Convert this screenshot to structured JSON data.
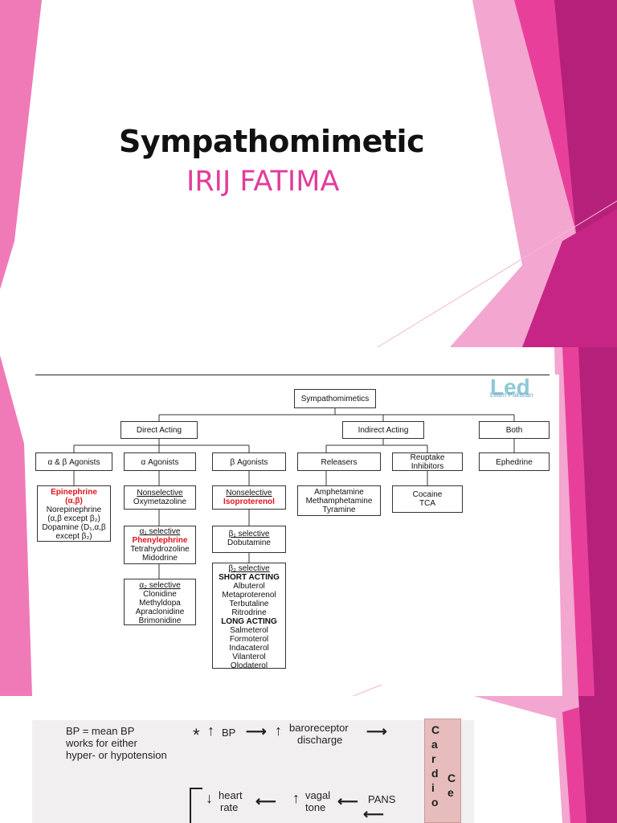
{
  "slide1": {
    "title": "Sympathomimetic",
    "subtitle": "IRIJ FATIMA",
    "colors": {
      "accent": "#e23d9a",
      "magenta_dark": "#b5217a",
      "pink_light": "#f07ab8"
    }
  },
  "slide2": {
    "logo": {
      "main": "Led",
      "sub": "Learn Pakistan"
    },
    "root": "Sympathomimetics",
    "level1": {
      "direct": "Direct Acting",
      "indirect": "Indirect Acting",
      "both": "Both"
    },
    "groups": {
      "ab": "α & β Agonists",
      "a": "α Agonists",
      "b": "β Agonists",
      "releasers": "Releasers",
      "reuptake": [
        "Reuptake",
        "Inhibitors"
      ],
      "ephedrine": "Ephedrine"
    },
    "ab_box": {
      "epi": "Epinephrine",
      "epi_recept": "(α,β)",
      "lines": [
        "Norepinephrine",
        "(α,β except β₂)",
        "Dopamine (D₁,α,β",
        "except β₂)"
      ]
    },
    "a_nonsel": {
      "head": "Nonselective",
      "items": [
        "Oxymetazoline"
      ]
    },
    "a1": {
      "head": "α₁ selective",
      "red": "Phenylephrine",
      "items": [
        "Tetrahydrozoline",
        "Midodrine"
      ]
    },
    "a2": {
      "head": "α₂ selective",
      "items": [
        "Clonidine",
        "Methyldopa",
        "Apraclonidine",
        "Brimonidine"
      ]
    },
    "b_nonsel": {
      "head": "Nonselective",
      "red": "Isoproterenol"
    },
    "b1": {
      "head": "β₁ selective",
      "items": [
        "Dobutamine"
      ]
    },
    "b2": {
      "head": "β₂ selective",
      "short": "SHORT ACTING",
      "short_items": [
        "Albuterol",
        "Metaproterenol",
        "Terbutaline",
        "Ritrodrine"
      ],
      "long": "LONG ACTING",
      "long_items": [
        "Salmeterol",
        "Formoterol",
        "Indacaterol",
        "Vilanterol",
        "Olodaterol"
      ]
    },
    "releasers_items": [
      "Amphetamine",
      "Methamphetamine",
      "Tyramine"
    ],
    "reuptake_items": [
      "Cocaine",
      "TCA"
    ]
  },
  "slide3": {
    "bp_note": [
      "BP = mean BP",
      "works for either",
      "hyper- or hypotension"
    ],
    "star": "*",
    "bp": "BP",
    "baro": [
      "baroreceptor",
      "discharge"
    ],
    "heart": [
      "heart",
      "rate"
    ],
    "vagal": [
      "vagal",
      "tone"
    ],
    "pans": "PANS",
    "cardio_letters": [
      "C",
      "a",
      "r",
      "d",
      "i",
      "o"
    ],
    "cardio_side": [
      "C",
      "e"
    ]
  }
}
